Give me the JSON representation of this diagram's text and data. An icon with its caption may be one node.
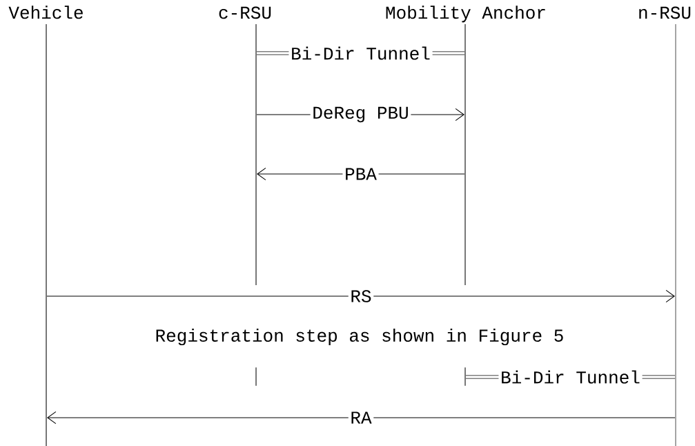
{
  "diagram": {
    "nodes": [
      {
        "text": [
          "Vehicle"
        ]
      },
      {
        "text": [
          "c-RSU"
        ]
      },
      {
        "text": [
          "Mobility Anchor"
        ]
      },
      {
        "text": [
          "n-RSU"
        ]
      },
      {
        "text": [],
        "shape": "bar"
      },
      {
        "text": [],
        "shape": "bar"
      }
    ],
    "edges": [
      {
        "from": 1,
        "to": 2,
        "arrow": "none",
        "label": "Bi-Dir Tunnel",
        "style": "thick"
      },
      {
        "from": 1,
        "to": 2,
        "arrow": "to",
        "label": "DeReg PBU"
      },
      {
        "from": 2,
        "to": 1,
        "arrow": "to",
        "label": "PBA"
      },
      {
        "from": 0,
        "to": 3,
        "arrow": "to",
        "label": "RS"
      },
      {
        "from": 5,
        "to": 3,
        "arrow": "none",
        "label": "Bi-Dir Tunnel",
        "style": "thick"
      },
      {
        "from": 3,
        "to": 0,
        "arrow": "to",
        "label": "RA"
      }
    ],
    "labels": [
      "Registration step as shown in Figure 5"
    ]
  }
}
